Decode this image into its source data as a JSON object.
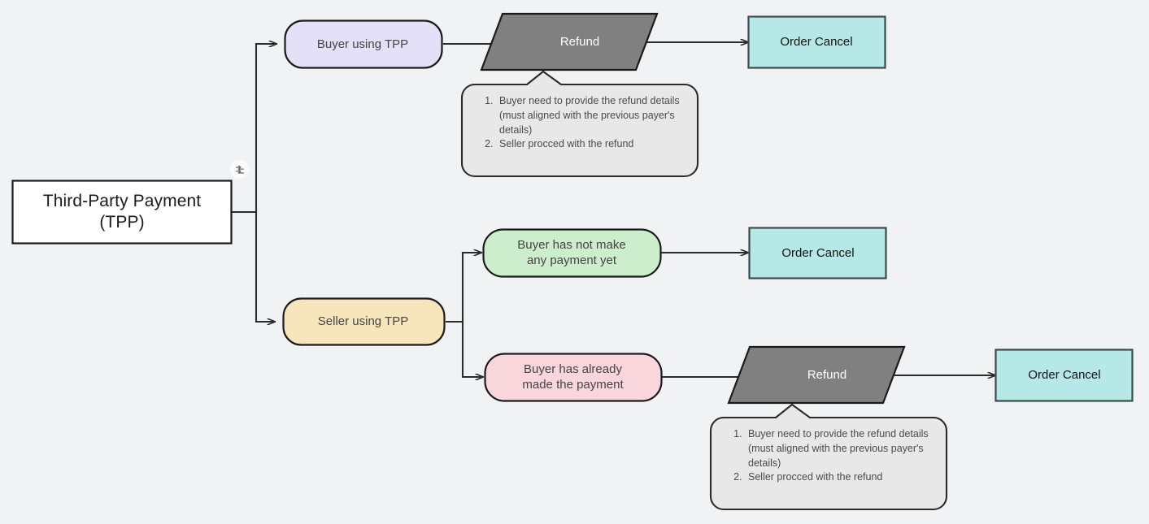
{
  "diagram": {
    "title": "Third-Party Payment (TPP) refund / order cancel flow",
    "background_color": "#f1f2f4",
    "badge": {
      "icon": "flow-connector-icon"
    },
    "nodes": {
      "root": {
        "label": "Third-Party Payment\n(TPP)",
        "line1": "Third-Party Payment",
        "line2": "(TPP)",
        "shape": "rectangle",
        "fill": "#ffffff",
        "stroke": "#1b1b1b"
      },
      "buyer_tpp": {
        "label": "Buyer using TPP",
        "shape": "rounded-pill",
        "fill": "#e3e0f7",
        "stroke": "#1b1b1b"
      },
      "seller_tpp": {
        "label": "Seller using TPP",
        "shape": "rounded-pill",
        "fill": "#f7e5bc",
        "stroke": "#1b1b1b"
      },
      "no_payment": {
        "label": "Buyer has not make\nany payment yet",
        "line1": "Buyer has not make",
        "line2": "any payment yet",
        "shape": "rounded-pill",
        "fill": "#cdeecd",
        "stroke": "#1b1b1b"
      },
      "already_paid": {
        "label": "Buyer has already\nmade the payment",
        "line1": "Buyer has already",
        "line2": "made the payment",
        "shape": "rounded-pill",
        "fill": "#f8d6dc",
        "stroke": "#1b1b1b"
      },
      "refund_top": {
        "label": "Refund",
        "shape": "parallelogram",
        "fill": "#808080",
        "stroke": "#1b1b1b",
        "text_color": "#ffffff"
      },
      "refund_bottom": {
        "label": "Refund",
        "shape": "parallelogram",
        "fill": "#808080",
        "stroke": "#1b1b1b",
        "text_color": "#ffffff"
      },
      "order_cancel_top": {
        "label": "Order Cancel",
        "shape": "rectangle",
        "fill": "#b7e8e8",
        "stroke": "#3b4a4a"
      },
      "order_cancel_mid": {
        "label": "Order Cancel",
        "shape": "rectangle",
        "fill": "#b7e8e8",
        "stroke": "#3b4a4a"
      },
      "order_cancel_bottom": {
        "label": "Order Cancel",
        "shape": "rectangle",
        "fill": "#b7e8e8",
        "stroke": "#3b4a4a"
      }
    },
    "notes": {
      "note_top": {
        "shape": "callout",
        "fill": "#e8e8e8",
        "stroke": "#2b2b2b",
        "items": [
          "Buyer need to provide the refund details (must aligned with the previous payer's details)",
          "Seller procced with the refund"
        ]
      },
      "note_bottom": {
        "shape": "callout",
        "fill": "#e8e8e8",
        "stroke": "#2b2b2b",
        "items": [
          "Buyer need to provide the refund details (must aligned with the previous payer's details)",
          "Seller procced with the refund"
        ]
      }
    },
    "edges": [
      {
        "from": "root",
        "to": "buyer_tpp"
      },
      {
        "from": "root",
        "to": "seller_tpp"
      },
      {
        "from": "buyer_tpp",
        "to": "refund_top"
      },
      {
        "from": "refund_top",
        "to": "order_cancel_top"
      },
      {
        "from": "seller_tpp",
        "to": "no_payment"
      },
      {
        "from": "seller_tpp",
        "to": "already_paid"
      },
      {
        "from": "no_payment",
        "to": "order_cancel_mid"
      },
      {
        "from": "already_paid",
        "to": "refund_bottom"
      },
      {
        "from": "refund_bottom",
        "to": "order_cancel_bottom"
      }
    ]
  }
}
